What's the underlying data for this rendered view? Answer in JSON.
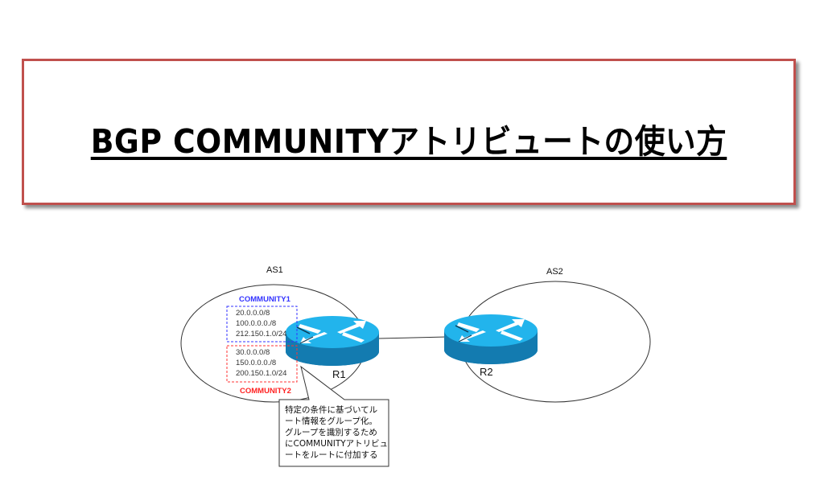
{
  "title": {
    "text": "BGP COMMUNITYアトリビュートの使い方",
    "border_color": "#c0504d"
  },
  "diagram": {
    "as1": {
      "label": "AS1"
    },
    "as2": {
      "label": "AS2"
    },
    "routers": [
      {
        "label": "R1",
        "icon": "router-icon",
        "color": "#1ba3dc"
      },
      {
        "label": "R2",
        "icon": "router-icon",
        "color": "#1ba3dc"
      }
    ],
    "community1": {
      "label": "COMMUNITY1",
      "color": "#3333ff",
      "prefixes": [
        "20.0.0.0/8",
        "100.0.0.0./8",
        "212.150.1.0/24"
      ]
    },
    "community2": {
      "label": "COMMUNITY2",
      "color": "#ff2222",
      "prefixes": [
        "30.0.0.0/8",
        "150.0.0.0./8",
        "200.150.1.0/24"
      ]
    },
    "callout": {
      "lines": [
        "特定の条件に基づいてル",
        "ート情報をグループ化。",
        "グループを識別するため",
        "にCOMMUNITYアトリビュ",
        "ートをルートに付加する"
      ]
    }
  }
}
